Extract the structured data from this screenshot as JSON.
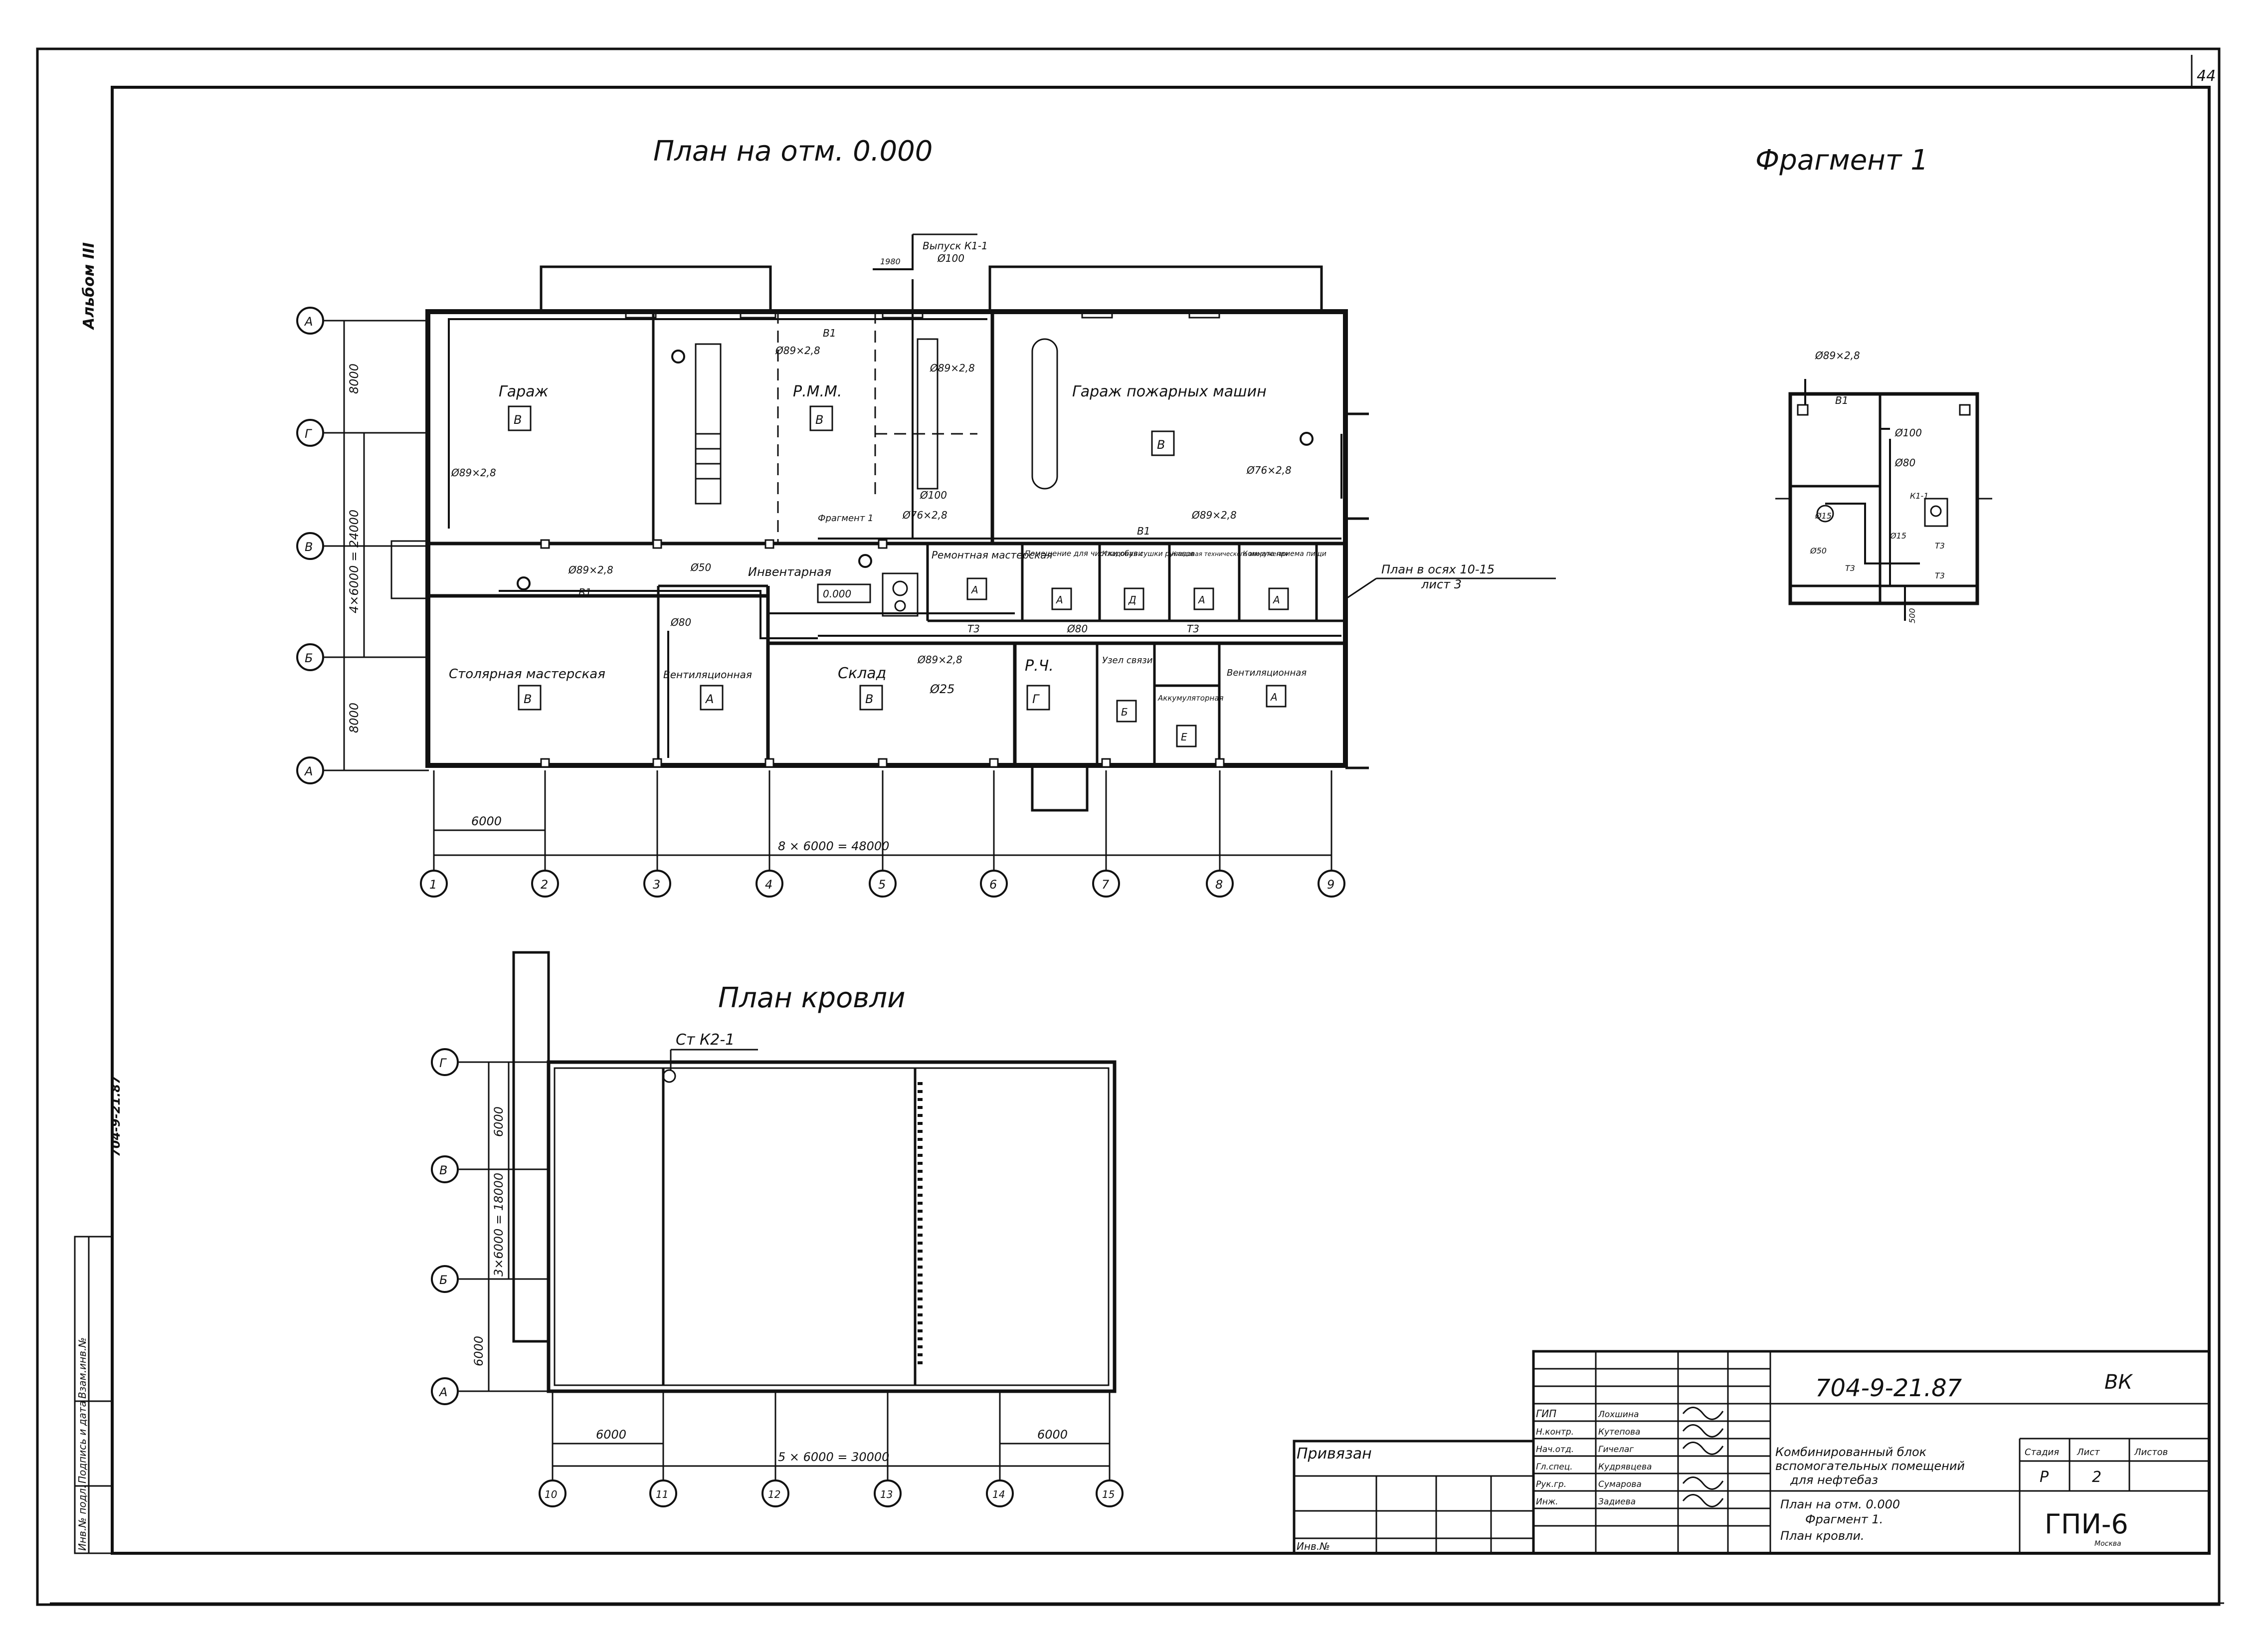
{
  "sheet": {
    "page_no": "44",
    "album": "Альбом III",
    "side_code": "704-9-21.87",
    "side_stamp": [
      "Инв.№ подл.",
      "Подпись и дата",
      "Взам.инв.№"
    ]
  },
  "plan": {
    "title": "План на отм. 0.000",
    "axes_bottom": [
      "1",
      "2",
      "3",
      "4",
      "5",
      "6",
      "7",
      "8",
      "9"
    ],
    "axes_left": [
      "А",
      "Г",
      "В",
      "Б",
      "А"
    ],
    "dim_bottom_span": "6000",
    "dim_bottom_total": "8 × 6000 = 48000",
    "dim_left": [
      "8000",
      "4×6000 = 24000",
      "8000"
    ],
    "rooms": [
      {
        "name": "Гараж",
        "cat": "В"
      },
      {
        "name": "Р.М.М.",
        "cat": "В"
      },
      {
        "name": "Гараж пожарных машин",
        "cat": "В"
      },
      {
        "name": "Ремонтная мастерская",
        "cat": "А"
      },
      {
        "name": "Помещение для чистки обуви",
        "cat": "А"
      },
      {
        "name": "Кладовая сушки рукавов",
        "cat": "Д"
      },
      {
        "name": "Кладовая технического вооружения",
        "cat": "А"
      },
      {
        "name": "Комната приема пищи",
        "cat": "А"
      },
      {
        "name": "Столярная мастерская",
        "cat": "В"
      },
      {
        "name": "Вентиляционная",
        "cat": "А"
      },
      {
        "name": "Склад",
        "cat": "В"
      },
      {
        "name": "Р.Ч.",
        "cat": "Г"
      },
      {
        "name": "Узел связи",
        "cat": "Б"
      },
      {
        "name": "Аккумуляторная",
        "cat": "Е"
      },
      {
        "name": "Вентиляционная",
        "cat": "А"
      }
    ],
    "pipes": [
      "Ø89×2,8",
      "Ø89×2,8",
      "Ø89×2,8",
      "Ø89×2,8",
      "Ø89×2,8",
      "Ø89×2,8",
      "Ø76×2,8",
      "Ø76×2,8",
      "Ø100",
      "Ø50",
      "Ø80",
      "Ø25",
      "Ø80"
    ],
    "labels": {
      "vypusk": "Выпуск К1-1",
      "vypusk_d": "Ø100",
      "elev": "1980",
      "inventory": "Инвентарная",
      "mark": "0.000",
      "fragment": "Фрагмент 1",
      "ref_note": "План в осях 10-15",
      "ref_sheet": "лист 3",
      "b1": "В1",
      "t3": "Т3"
    }
  },
  "fragment": {
    "title": "Фрагмент 1",
    "labels": [
      "Ø89×2,8",
      "В1",
      "Ø100",
      "Ø80",
      "Ø15",
      "Ø15",
      "Ø50",
      "К1-1",
      "Т3",
      "Т3",
      "Т3",
      "500"
    ]
  },
  "roof": {
    "title": "План кровли",
    "stack": "Ст К2-1",
    "axes_bottom": [
      "10",
      "11",
      "12",
      "13",
      "14",
      "15"
    ],
    "axes_left": [
      "Г",
      "В",
      "Б",
      "А"
    ],
    "dim_left": [
      "6000",
      "3×6000 = 18000",
      "6000"
    ],
    "dim_bottom": [
      "6000",
      "5 × 6000 = 30000",
      "6000"
    ]
  },
  "titleblock": {
    "code": "704-9-21.87",
    "mark": "ВК",
    "privyazan": "Привязан",
    "inv": "Инв.№",
    "roles": [
      "ГИП",
      "Н.контр.",
      "Нач.отд.",
      "Гл.спец.",
      "Рук.гр.",
      "Инж."
    ],
    "names": [
      "Лохшина",
      "Кутепова",
      "Гичелаг",
      "Кудрявцева",
      "Сумарова",
      "Задиева"
    ],
    "project": [
      "Комбинированный блок",
      "вспомогательных помещений",
      "для нефтебаз"
    ],
    "sheet_title": [
      "План на отм. 0.000",
      "Фрагмент 1.",
      "План кровли."
    ],
    "stage_h": "Стадия",
    "sheet_h": "Лист",
    "sheets_h": "Листов",
    "stage": "Р",
    "sheet": "2",
    "org": "ГПИ-6",
    "city": "Москва"
  }
}
